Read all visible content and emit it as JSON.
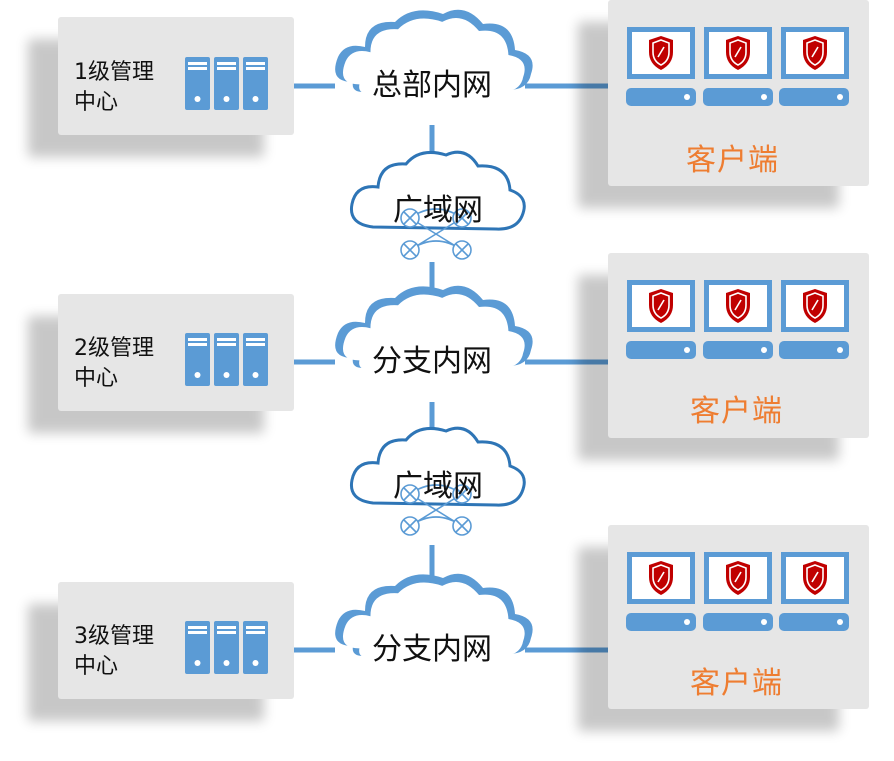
{
  "centers": [
    {
      "label": "1级管理\n中心"
    },
    {
      "label": "2级管理\n中心"
    },
    {
      "label": "3级管理\n中心"
    }
  ],
  "lan_clouds": [
    {
      "label": "总部内网"
    },
    {
      "label": "分支内网"
    },
    {
      "label": "分支内网"
    }
  ],
  "wan_clouds": [
    {
      "label": "广域网"
    },
    {
      "label": "广域网"
    }
  ],
  "clients": [
    {
      "label": "客户端"
    },
    {
      "label": "客户端"
    },
    {
      "label": "客户端"
    }
  ],
  "colors": {
    "line": "#5b9bd5",
    "device": "#5b9bd5",
    "shield": "#c00000",
    "client_text": "#ee7d31",
    "panel": "#e6e6e6"
  }
}
